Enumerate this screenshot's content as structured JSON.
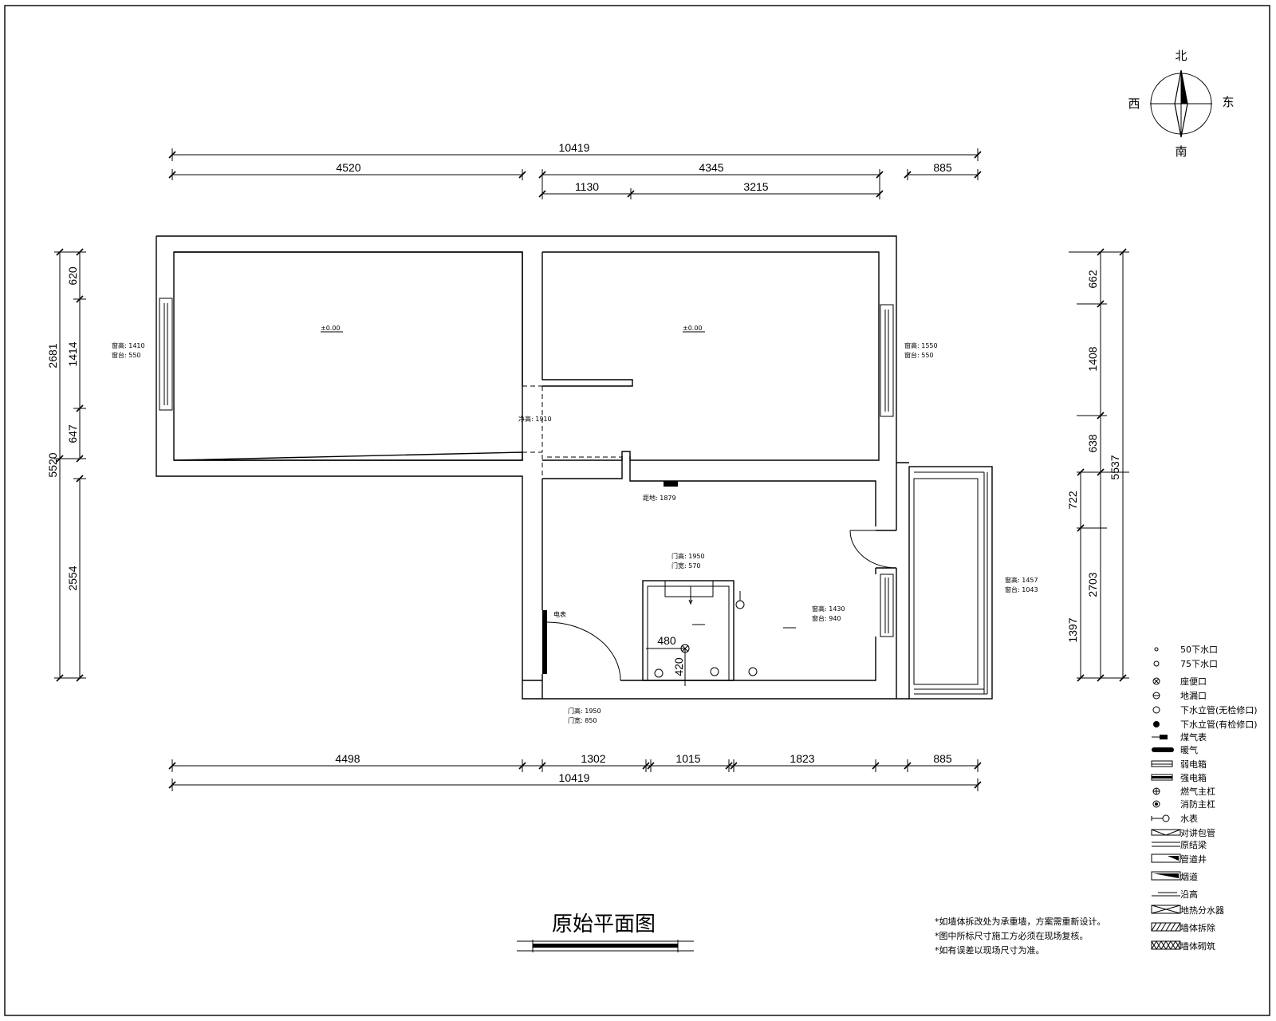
{
  "title": "原始平面图",
  "compass": {
    "north": "北",
    "south": "南",
    "west": "西",
    "east": "东"
  },
  "dims_top": {
    "total": "10419",
    "seg1": "4520",
    "seg2": "4345",
    "seg3": "885",
    "sub1": "1130",
    "sub2": "3215"
  },
  "dims_bottom": {
    "seg1": "4498",
    "seg2": "1302",
    "seg3": "1015",
    "seg4": "1823",
    "seg5": "885",
    "total": "10419"
  },
  "dims_left": {
    "total": "5520",
    "upper": "2681",
    "a": "620",
    "b": "1414",
    "c": "647",
    "d": "2554"
  },
  "dims_right": {
    "total": "5537",
    "a": "662",
    "b": "1408",
    "c": "638",
    "d": "722",
    "e": "2703",
    "f": "1397"
  },
  "inner_dims": {
    "w": "480",
    "h": "420"
  },
  "room_labels": {
    "level_left": "±0.00",
    "level_right": "±0.00",
    "win_left_1": "窗高: 1410",
    "win_left_2": "窗台: 550",
    "win_right_1": "窗高: 1550",
    "win_right_2": "窗台: 550",
    "door_mid": "净高: 1910",
    "beam": "距地: 1879",
    "bath_door_1": "门高: 1950",
    "bath_door_2": "门宽: 570",
    "kitchen_win_1": "窗高: 1430",
    "kitchen_win_2": "窗台: 940",
    "balcony_win_1": "窗高: 1457",
    "balcony_win_2": "窗台: 1043",
    "entry_door_1": "门高: 1950",
    "entry_door_2": "门宽: 850",
    "meter": "电表"
  },
  "legend": [
    {
      "icon": "small-dot",
      "label": "50下水口"
    },
    {
      "icon": "small-circle",
      "label": "75下水口"
    },
    {
      "icon": "cross-circle",
      "label": "座便口"
    },
    {
      "icon": "strike-circle",
      "label": "地漏口"
    },
    {
      "icon": "outline-circle",
      "label": "下水立管(无检修口)"
    },
    {
      "icon": "filled-circle",
      "label": "下水立管(有检修口)"
    },
    {
      "icon": "gas-meter",
      "label": "煤气表"
    },
    {
      "icon": "heating",
      "label": "暖气"
    },
    {
      "icon": "weak-box",
      "label": "弱电箱"
    },
    {
      "icon": "strong-box",
      "label": "强电箱"
    },
    {
      "icon": "gas-pipe",
      "label": "燃气主杠"
    },
    {
      "icon": "fire-pipe",
      "label": "消防主杠"
    },
    {
      "icon": "water-meter",
      "label": "水表"
    },
    {
      "icon": "wrap-pipe",
      "label": "对讲包管"
    },
    {
      "icon": "beam",
      "label": "原结梁"
    },
    {
      "icon": "duct",
      "label": "管道井"
    },
    {
      "icon": "flue",
      "label": "烟道"
    },
    {
      "icon": "sill",
      "label": "沿高"
    },
    {
      "icon": "manifold",
      "label": "地热分水器"
    },
    {
      "icon": "wall-demolish",
      "label": "墙体拆除"
    },
    {
      "icon": "wall-build",
      "label": "墙体砌筑"
    }
  ],
  "notes": [
    "*如墙体拆改处为承重墙，方案需重新设计。",
    "*图中所标尺寸施工方必须在现场复核。",
    "*如有误差以现场尺寸为准。"
  ]
}
